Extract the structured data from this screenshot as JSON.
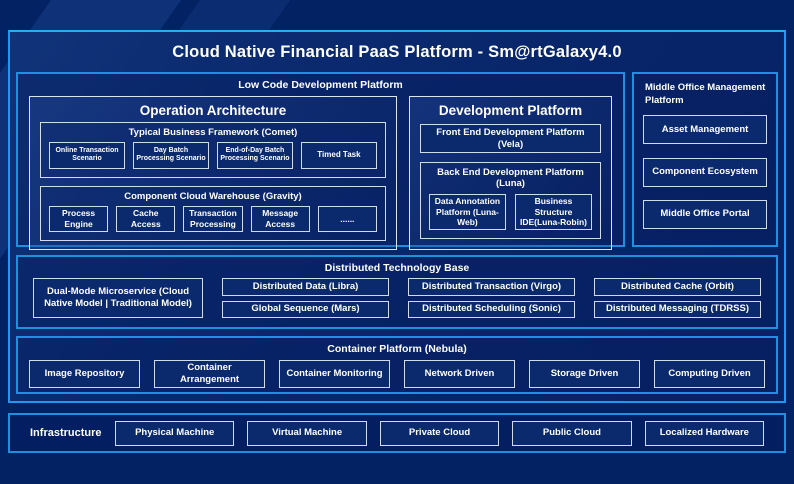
{
  "title": "Cloud Native Financial PaaS Platform - Sm@rtGalaxy4.0",
  "colors": {
    "page_background": "#032264",
    "section_border_blue": "#1f8fe0",
    "box_border_white": "#cfdcee",
    "text": "#ffffff"
  },
  "low_code": {
    "label": "Low Code Development Platform",
    "operation_architecture": {
      "label": "Operation Architecture",
      "typical_business_framework": {
        "label": "Typical Business Framework (Comet)",
        "items": [
          "Online Transaction Scenario",
          "Day Batch Processing Scenario",
          "End-of-Day Batch Processing Scenario",
          "Timed Task"
        ]
      },
      "component_cloud_warehouse": {
        "label": "Component Cloud Warehouse (Gravity)",
        "items": [
          "Process Engine",
          "Cache Access",
          "Transaction Processing",
          "Message Access",
          "......"
        ]
      }
    },
    "development_platform": {
      "label": "Development Platform",
      "front_end": "Front End Development Platform (Vela)",
      "back_end": {
        "label": "Back End Development Platform (Luna)",
        "items": [
          "Data Annotation Platform (Luna-Web)",
          "Business Structure IDE(Luna-Robin)"
        ]
      }
    }
  },
  "middle_office": {
    "label": "Middle Office Management Platform",
    "items": [
      "Asset Management",
      "Component Ecosystem",
      "Middle Office Portal"
    ]
  },
  "distributed": {
    "label": "Distributed Technology Base",
    "dual_mode": "Dual-Mode Microservice (Cloud Native Model | Traditional Model)",
    "items": [
      "Distributed Data (Libra)",
      "Distributed Transaction (Virgo)",
      "Distributed Cache (Orbit)",
      "Global Sequence (Mars)",
      "Distributed Scheduling (Sonic)",
      "Distributed Messaging (TDRSS)"
    ]
  },
  "container_platform": {
    "label": "Container Platform (Nebula)",
    "items": [
      "Image Repository",
      "Container Arrangement",
      "Container Monitoring",
      "Network Driven",
      "Storage Driven",
      "Computing Driven"
    ]
  },
  "infrastructure": {
    "label": "Infrastructure",
    "items": [
      "Physical Machine",
      "Virtual Machine",
      "Private Cloud",
      "Public Cloud",
      "Localized Hardware"
    ]
  }
}
